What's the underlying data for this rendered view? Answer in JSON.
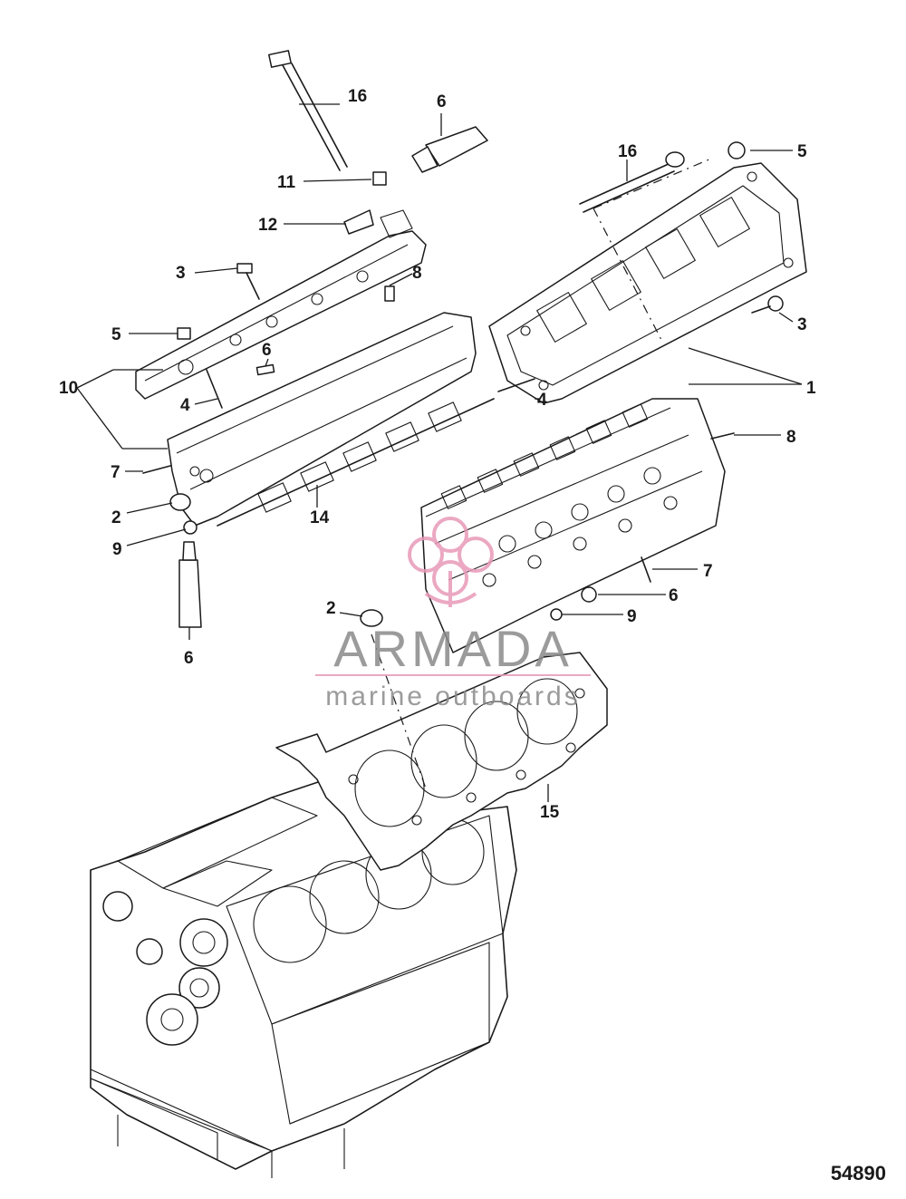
{
  "figure_number": "54890",
  "watermark": {
    "brand": "ARMADA",
    "tagline": "marine outboards",
    "accent_color": "#e89ab8",
    "text_color": "#8a8a8a",
    "logo": "anchor-flower-logo"
  },
  "callouts": {
    "c16_left": "16",
    "c6_tube_top": "6",
    "c11": "11",
    "c12": "12",
    "c3_left": "3",
    "c8_left": "8",
    "c5_left": "5",
    "c6_left_pin": "6",
    "c10": "10",
    "c4_left": "4",
    "c7_left": "7",
    "c2_left": "2",
    "c14": "14",
    "c9_left": "9",
    "c6_tube_bottom": "6",
    "c16_right": "16",
    "c5_right": "5",
    "c3_right": "3",
    "c1": "1",
    "c4_right": "4",
    "c8_right": "8",
    "c7_right": "7",
    "c6_right": "6",
    "c9_right": "9",
    "c2_center": "2",
    "c15": "15"
  },
  "line_color": "#1a1a1a"
}
